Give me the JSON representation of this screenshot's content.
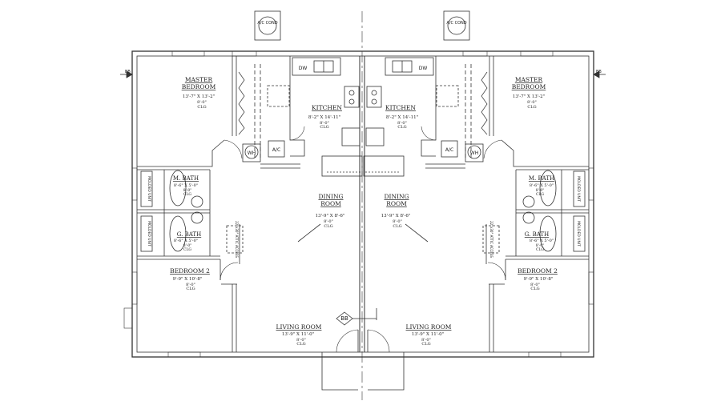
{
  "ac_units": [
    {
      "text": "A/C COND"
    },
    {
      "text": "A/C COND"
    }
  ],
  "section_mark": "BB",
  "rooms": {
    "master_left": {
      "name": [
        "MASTER",
        "BEDROOM"
      ],
      "dims": "13'-7\" X 13'-2\"",
      "ceiling": "8'-0\"",
      "clg": "CLG"
    },
    "master_right": {
      "name": [
        "MASTER",
        "BEDROOM"
      ],
      "dims": "13'-7\" X 13'-2\"",
      "ceiling": "8'-0\"",
      "clg": "CLG"
    },
    "kitchen_left": {
      "name": "KITCHEN",
      "dims": "8'-2\" X 14'-11\"",
      "ceiling": "8'-0\"",
      "clg": "CLG"
    },
    "kitchen_right": {
      "name": "KITCHEN",
      "dims": "8'-2\" X 14'-11\"",
      "ceiling": "8'-0\"",
      "clg": "CLG"
    },
    "mbath_left": {
      "name": "M. BATH",
      "dims": "8'-6\" X 5'-0\"",
      "ceiling": "8'-0\"",
      "clg": "CLG"
    },
    "mbath_right": {
      "name": "M. BATH",
      "dims": "8'-6\" X 5'-0\"",
      "ceiling": "8'-0\"",
      "clg": "CLG"
    },
    "gbath_left": {
      "name": "G. BATH",
      "dims": "8'-6\" X 5'-0\"",
      "ceiling": "8'-0\"",
      "clg": "CLG"
    },
    "gbath_right": {
      "name": "G. BATH",
      "dims": "8'-6\" X 5'-0\"",
      "ceiling": "8'-0\"",
      "clg": "CLG"
    },
    "dining_left": {
      "name": [
        "DINING",
        "ROOM"
      ],
      "dims": "13'-9\" X 8'-6\"",
      "ceiling": "8'-0\"",
      "clg": "CLG"
    },
    "dining_right": {
      "name": [
        "DINING",
        "ROOM"
      ],
      "dims": "13'-9\" X 8'-6\"",
      "ceiling": "8'-0\"",
      "clg": "CLG"
    },
    "bed2_left": {
      "name": "BEDROOM 2",
      "dims": "9'-9\" X 10'-8\"",
      "ceiling": "8'-0\"",
      "clg": "CLG"
    },
    "bed2_right": {
      "name": "BEDROOM 2",
      "dims": "9'-9\" X 10'-8\"",
      "ceiling": "8'-0\"",
      "clg": "CLG"
    },
    "living_left": {
      "name": "LIVING ROOM",
      "dims": "13'-9\" X 11'-0\"",
      "ceiling": "8'-0\"",
      "clg": "CLG"
    },
    "living_right": {
      "name": "LIVING ROOM",
      "dims": "13'-9\" X 11'-0\"",
      "ceiling": "8'-0\"",
      "clg": "CLG"
    }
  },
  "fixtures": {
    "dw": "DW",
    "wh": "WH",
    "ac": "A/C",
    "molded_unit": "MOLDED UNIT",
    "attic_access": "22\"x30\" ATTIC ACCESS"
  }
}
